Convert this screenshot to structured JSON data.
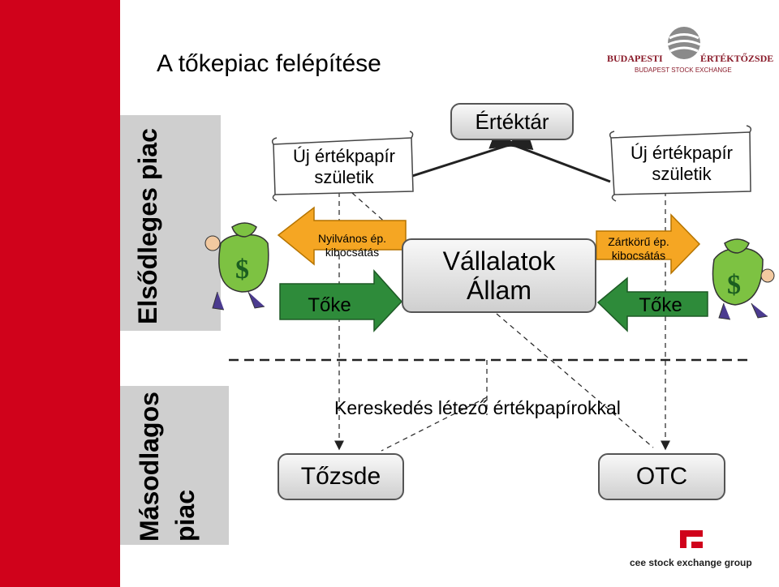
{
  "title": "A tőkepiac felépítése",
  "side_labels": {
    "primary": "Elsődleges piac",
    "secondary_line1": "Másodlagos",
    "secondary_line2": "piac"
  },
  "logos": {
    "bse_left": "BUDAPESTI",
    "bse_right": "ÉRTÉKTŐZSDE",
    "bse_sub": "BUDAPEST STOCK EXCHANGE",
    "ceeseg": "cee stock exchange group"
  },
  "nodes": {
    "securities": "Értéktár",
    "issuers_line1": "Vállalatok",
    "issuers_line2": "Állam",
    "exchange": "Tőzsde",
    "otc": "OTC"
  },
  "left": {
    "scroll_line1": "Új értékpapír",
    "scroll_line2": "születik",
    "arrow_out_line1": "Nyilvános ép.",
    "arrow_out_line2": "kibocsátás",
    "arrow_in": "Tőke"
  },
  "right": {
    "scroll_line1": "Új értékpapír",
    "scroll_line2": "születik",
    "arrow_out_line1": "Zártkörű ép.",
    "arrow_out_line2": "kibocsátás",
    "arrow_in": "Tőke"
  },
  "trading_label": "Kereskedés létező értékpapírokkal",
  "colors": {
    "red": "#d0021b",
    "panel": "#cfcfcf",
    "orange_arrow": "#f5a623",
    "green_arrow": "#2e8b3a",
    "money_bag": "#7dc242"
  }
}
